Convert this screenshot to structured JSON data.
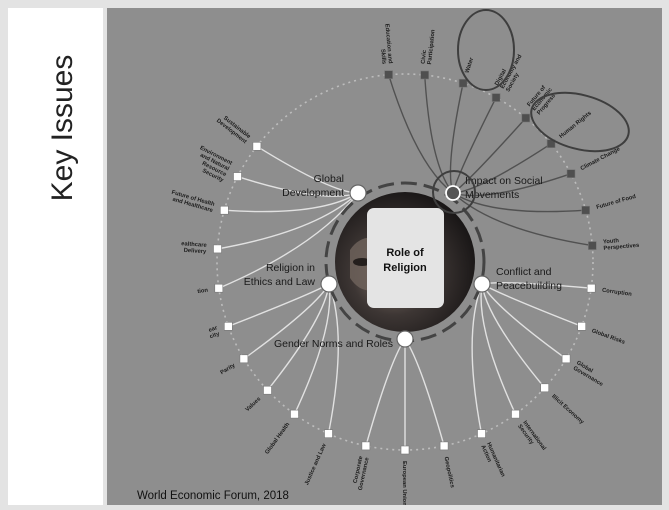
{
  "slide": {
    "title": "Key Issues",
    "source": "World Economic Forum, 2018"
  },
  "center": {
    "label_line1": "Role of",
    "label_line2": "Religion"
  },
  "hubs": [
    {
      "id": "global-development",
      "lines": [
        "Global",
        "Development"
      ]
    },
    {
      "id": "impact-on-social-movements",
      "lines": [
        "Impact on Social",
        "Movements"
      ]
    },
    {
      "id": "conflict-and-peacebuilding",
      "lines": [
        "Conflict and",
        "Peacebuilding"
      ]
    },
    {
      "id": "gender-norms-and-roles",
      "lines": [
        "Gender Norms and Roles"
      ]
    },
    {
      "id": "religion-in-ethics-and-law",
      "lines": [
        "Religion in",
        "Ethics and Law"
      ]
    }
  ],
  "outer_nodes": [
    {
      "lines": [
        "Education and",
        "Skills"
      ],
      "hub": 1
    },
    {
      "lines": [
        "Civic",
        "Participation"
      ],
      "hub": 1
    },
    {
      "lines": [
        "Water"
      ],
      "hub": 1
    },
    {
      "lines": [
        "Digital",
        "Economy and",
        "Society"
      ],
      "hub": 1,
      "circled": true
    },
    {
      "lines": [
        "Future of",
        "Economic",
        "Progress"
      ],
      "hub": 1
    },
    {
      "lines": [
        "Human Rights"
      ],
      "hub": 1,
      "circled": true
    },
    {
      "lines": [
        "Climate Change"
      ],
      "hub": 1
    },
    {
      "lines": [
        "Future of Food"
      ],
      "hub": 1
    },
    {
      "lines": [
        "Youth",
        "Perspectives"
      ],
      "hub": 1
    },
    {
      "lines": [
        "Corruption"
      ],
      "hub": 2
    },
    {
      "lines": [
        "Global Risks"
      ],
      "hub": 2
    },
    {
      "lines": [
        "Global",
        "Governance"
      ],
      "hub": 2
    },
    {
      "lines": [
        "Illicit Economy"
      ],
      "hub": 2
    },
    {
      "lines": [
        "International",
        "Security"
      ],
      "hub": 2
    },
    {
      "lines": [
        "Humanitarian",
        "Action"
      ],
      "hub": 2
    },
    {
      "lines": [
        "Geopolitics"
      ],
      "hub": 3
    },
    {
      "lines": [
        "European Union"
      ],
      "hub": 3
    },
    {
      "lines": [
        "Corporate",
        "Governance"
      ],
      "hub": 3
    },
    {
      "lines": [
        "Justice and Law"
      ],
      "hub": 4
    },
    {
      "lines": [
        "Global Health"
      ],
      "hub": 4
    },
    {
      "lines": [
        "Values"
      ],
      "hub": 4
    },
    {
      "lines": [
        "Parity"
      ],
      "hub": 4
    },
    {
      "lines": [
        "ear",
        "city"
      ],
      "hub": 4
    },
    {
      "lines": [
        "tion"
      ],
      "hub": 0
    },
    {
      "lines": [
        "ealthcare",
        "Delivery"
      ],
      "hub": 0
    },
    {
      "lines": [
        "Future of Health",
        "and Healthcare"
      ],
      "hub": 0
    },
    {
      "lines": [
        "Environment",
        "and Natural",
        "Resource",
        "Security"
      ],
      "hub": 0
    },
    {
      "lines": [
        "Sustainable",
        "Development"
      ],
      "hub": 0
    }
  ],
  "colors": {
    "background": "#8e8e8e",
    "connector": "#e6e6e6",
    "connector_dark": "#4e4e4e",
    "node_light": "#ffffff",
    "node_dark": "#4f4f4f",
    "ring": "#bdbdbd"
  }
}
